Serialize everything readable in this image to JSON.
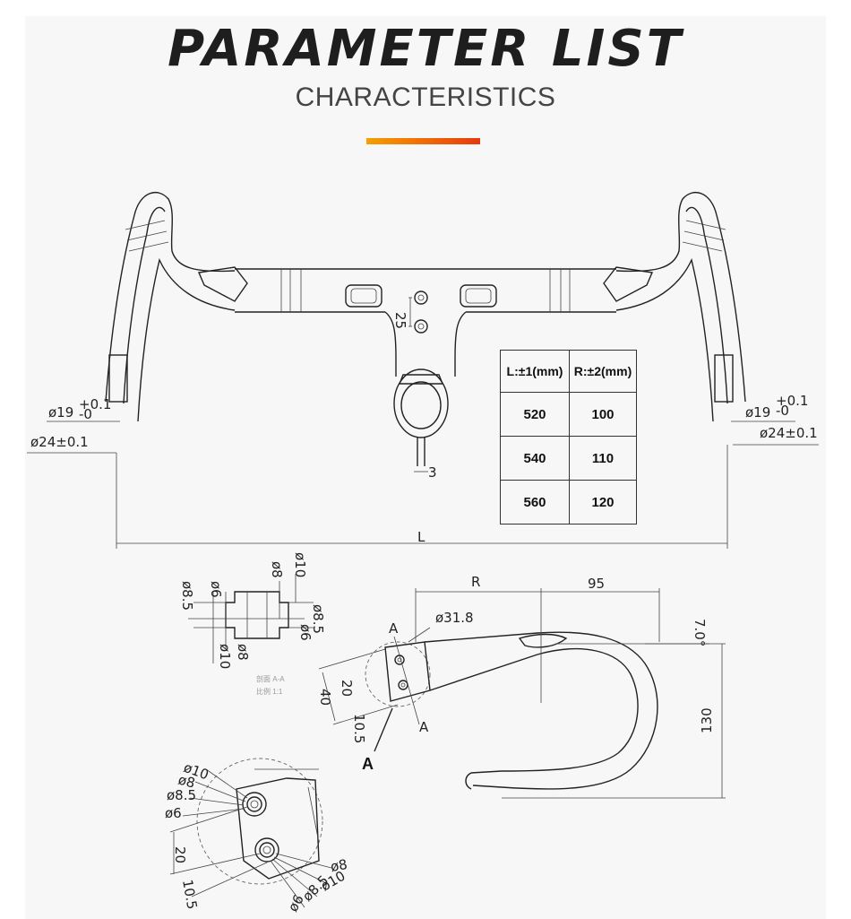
{
  "header": {
    "title": "PARAMETER LIST",
    "subtitle": "CHARACTERISTICS",
    "accent_colors": [
      "#f5a000",
      "#e8380d"
    ]
  },
  "spec_table": {
    "headers": [
      "L:±1(mm)",
      "R:±2(mm)"
    ],
    "rows": [
      [
        "520",
        "100"
      ],
      [
        "540",
        "110"
      ],
      [
        "560",
        "120"
      ]
    ]
  },
  "dimensions": {
    "spacing": "25",
    "slot_width": "3",
    "end_inner_left": "ø19",
    "end_inner_right": "ø19",
    "tol_plus": "+0.1",
    "tol_minus": "-0",
    "end_outer_left": "ø24±0.1",
    "end_outer_right": "ø24±0.1",
    "width_label": "L",
    "reach_label": "R",
    "drop_length": "95",
    "angle": "7.0°",
    "clamp": "ø31.8",
    "drop": "130",
    "height_40": "40",
    "height_20": "20",
    "offset_105": "10.5",
    "section_a": "A",
    "section_mark_a": "A",
    "section_note": "剖面 A-A",
    "scale_note": "比例 1:1",
    "d10": "ø10",
    "d8": "ø8",
    "d85": "ø8.5",
    "d6": "ø6",
    "d20": "20",
    "d105": "10.5"
  }
}
